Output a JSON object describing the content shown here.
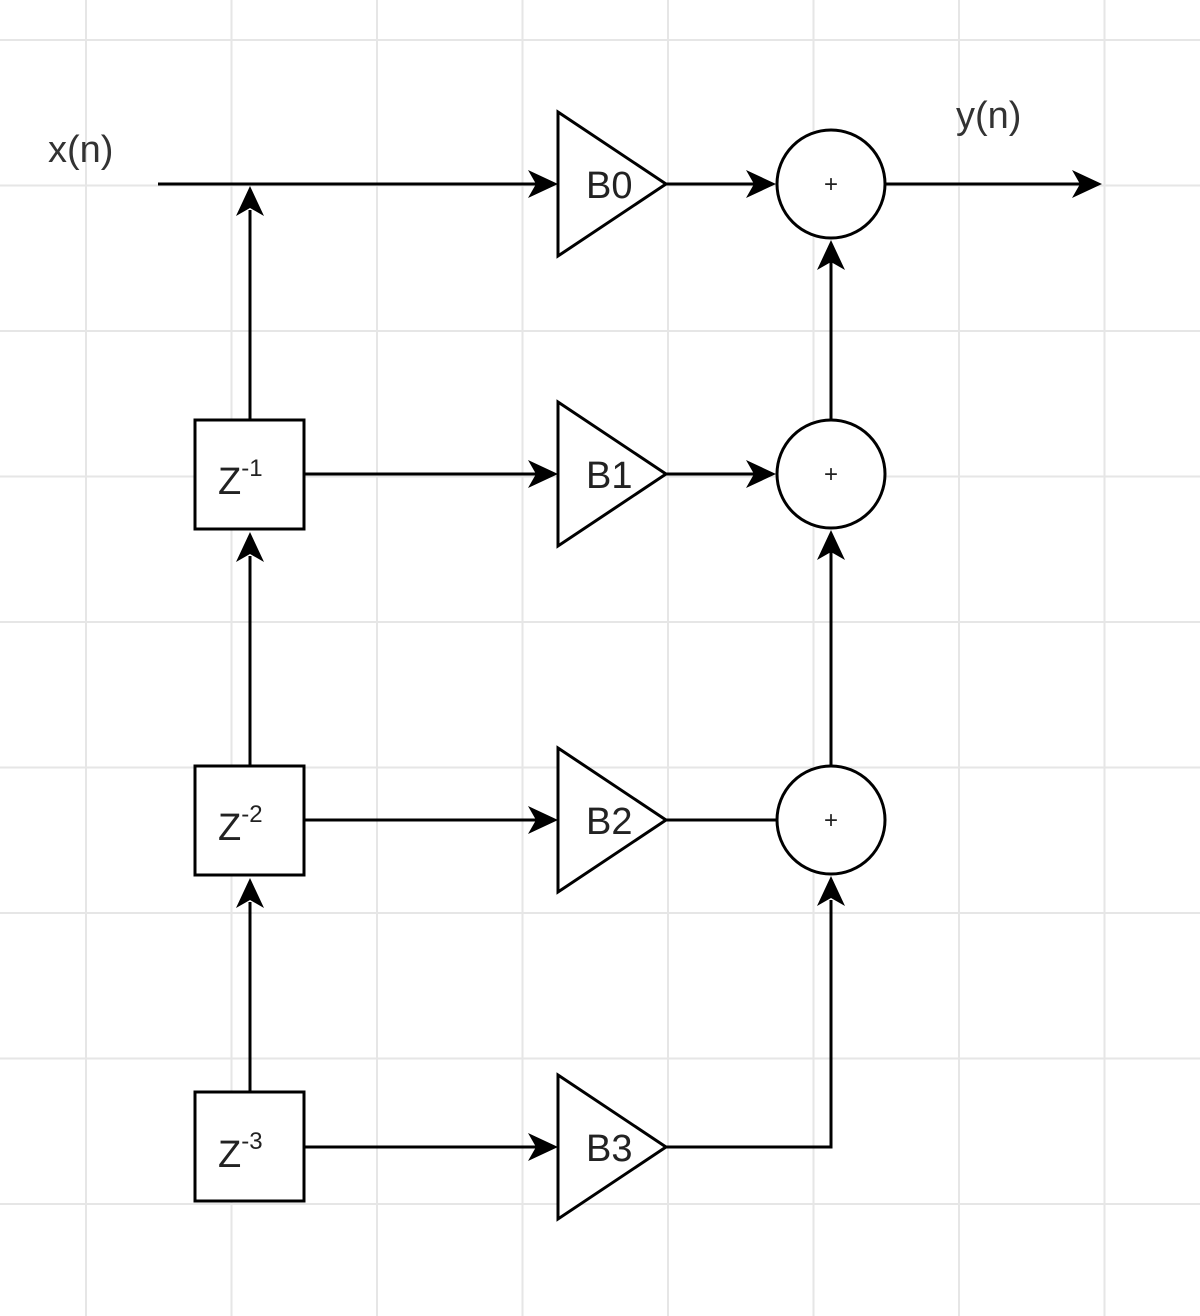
{
  "signals": {
    "input": "x(n)",
    "output": "y(n)"
  },
  "delays": [
    {
      "base": "Z",
      "exponent": "-1"
    },
    {
      "base": "Z",
      "exponent": "-2"
    },
    {
      "base": "Z",
      "exponent": "-3"
    }
  ],
  "gains": [
    "B0",
    "B1",
    "B2",
    "B3"
  ],
  "adders": [
    "+",
    "+",
    "+"
  ]
}
